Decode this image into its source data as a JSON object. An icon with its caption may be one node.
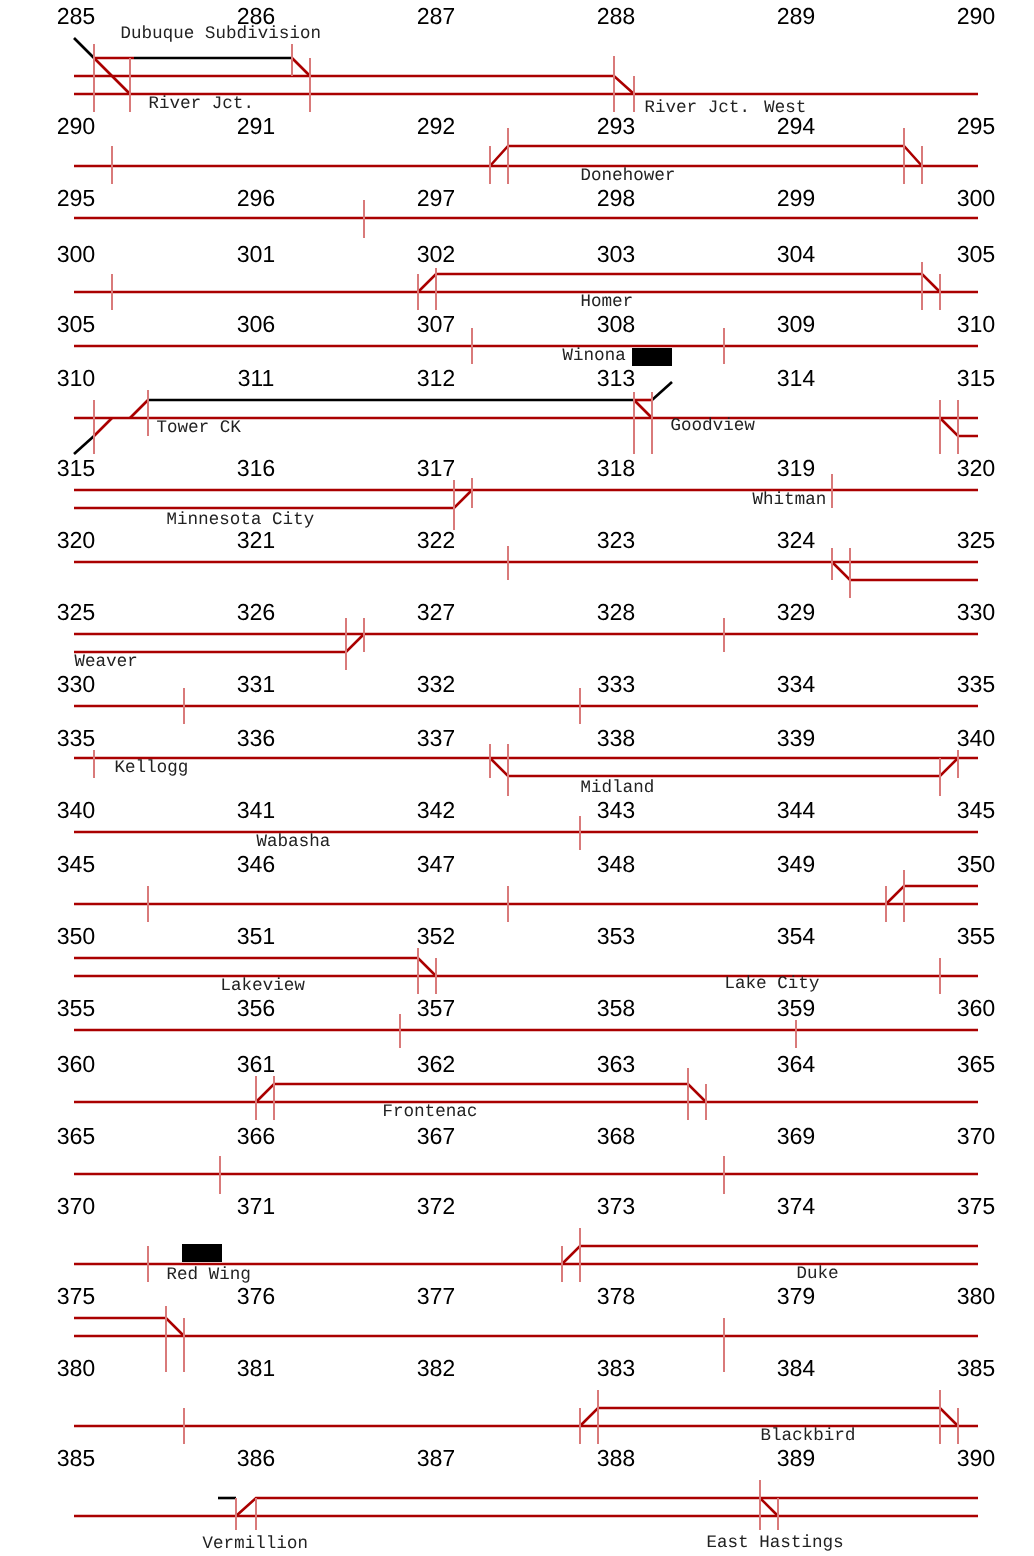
{
  "diagram": {
    "labels": [
      "285",
      "286",
      "287",
      "288",
      "289",
      "290",
      "Dubuque Subdivision",
      "River Jct.",
      "River Jct. West",
      "290",
      "291",
      "292",
      "293",
      "294",
      "295",
      "Donehower",
      "295",
      "296",
      "297",
      "298",
      "299",
      "300",
      "300",
      "301",
      "302",
      "303",
      "304",
      "305",
      "Homer",
      "305",
      "306",
      "307",
      "308",
      "309",
      "310",
      "Winona",
      "310",
      "311",
      "312",
      "313",
      "314",
      "315",
      "Tower CK",
      "Goodview",
      "315",
      "316",
      "317",
      "318",
      "319",
      "320",
      "Whitman",
      "Minnesota City",
      "320",
      "321",
      "322",
      "323",
      "324",
      "325",
      "325",
      "326",
      "327",
      "328",
      "329",
      "330",
      "Weaver",
      "330",
      "331",
      "332",
      "333",
      "334",
      "335",
      "335",
      "336",
      "337",
      "338",
      "339",
      "340",
      "Kellogg",
      "Midland",
      "340",
      "341",
      "342",
      "343",
      "344",
      "345",
      "Wabasha",
      "345",
      "346",
      "347",
      "348",
      "349",
      "350",
      "350",
      "351",
      "352",
      "353",
      "354",
      "355",
      "Lakeview",
      "Lake City",
      "355",
      "356",
      "357",
      "358",
      "359",
      "360",
      "360",
      "361",
      "362",
      "363",
      "364",
      "365",
      "Frontenac",
      "365",
      "366",
      "367",
      "368",
      "369",
      "370",
      "370",
      "371",
      "372",
      "373",
      "374",
      "375",
      "Red Wing",
      "Duke",
      "375",
      "376",
      "377",
      "378",
      "379",
      "380",
      "380",
      "381",
      "382",
      "383",
      "384",
      "385",
      "Blackbird",
      "385",
      "386",
      "387",
      "388",
      "389",
      "390",
      "Vermillion",
      "East Hastings"
    ]
  }
}
